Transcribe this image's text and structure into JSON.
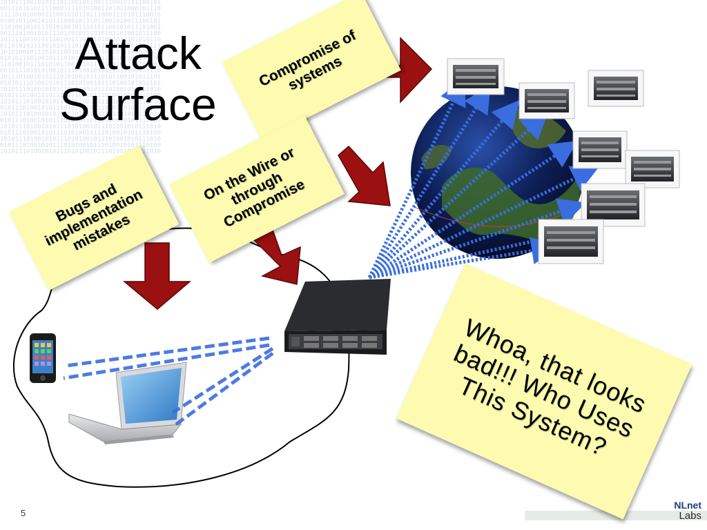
{
  "slide": {
    "title_line1": "Attack",
    "title_line2": "Surface",
    "slide_number": "5"
  },
  "notes": {
    "compromise": [
      "Compromise of",
      "systems"
    ],
    "wire": [
      "On the Wire or",
      "through",
      "Compromise"
    ],
    "bugs": [
      "Bugs and",
      "implementation",
      "mistakes"
    ],
    "whoa": [
      "Whoa, that looks",
      "bad!!! Who Uses",
      "This System?"
    ]
  },
  "logo": {
    "line1": "NLnet",
    "line2": "Labs"
  },
  "icons": [
    "smartphone-icon",
    "laptop-icon",
    "server-icon",
    "globe-icon",
    "rack-server-icon",
    "down-arrow-icon",
    "right-arrow-icon"
  ],
  "colors": {
    "arrow_red": "#9b1010",
    "connection_blue": "#3a6de0",
    "note_yellow": "#fdfbb0"
  }
}
